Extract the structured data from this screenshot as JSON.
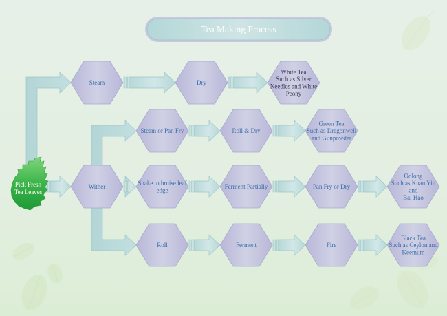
{
  "title": "Tea Making Process",
  "start": {
    "id": "pick",
    "label": [
      "Pick Fresh",
      "Tea Leaves"
    ],
    "icon": "tea-leaf-icon"
  },
  "colors": {
    "hex_fill_edge": "#b8b7d9",
    "hex_fill_center": "#cfd0e4",
    "hex_stroke": "#a9a8cf",
    "arrow_fill": "#b9d9da",
    "arrow_light": "#d3e8e8",
    "arrow_stroke": "#9cc6c8",
    "text_blue": "#3b6fa8",
    "text_dark": "#3a3a55",
    "leaf_green": "#3cb44a",
    "title_pill": "#bddcdc",
    "title_border": "#c7c8e0"
  },
  "nodes": [
    {
      "id": "steam",
      "label": [
        "Steam"
      ],
      "row": 0,
      "col": 0,
      "kind": "process"
    },
    {
      "id": "dry",
      "label": [
        "Dry"
      ],
      "row": 0,
      "col": 2,
      "kind": "process"
    },
    {
      "id": "white",
      "label": [
        "White Tea",
        "Such as Silver",
        "Needles and White",
        "Peony"
      ],
      "row": 0,
      "col": 3,
      "kind": "result-dark"
    },
    {
      "id": "steam-pan",
      "label": [
        "Steam or Pan Fry"
      ],
      "row": 1,
      "col": 1,
      "kind": "process"
    },
    {
      "id": "roll-dry",
      "label": [
        "Roll & Dry"
      ],
      "row": 1,
      "col": 2,
      "kind": "process"
    },
    {
      "id": "green",
      "label": [
        "Green Tea",
        "Such as Dragonwell",
        "and Gunpowder"
      ],
      "row": 1,
      "col": 3,
      "kind": "result"
    },
    {
      "id": "wither",
      "label": [
        "Wither"
      ],
      "row": 2,
      "col": 0,
      "kind": "process"
    },
    {
      "id": "shake",
      "label": [
        "Shake to bruise leaf",
        "edge"
      ],
      "row": 2,
      "col": 1,
      "kind": "process"
    },
    {
      "id": "ferment-partially",
      "label": [
        "Ferment Partially"
      ],
      "row": 2,
      "col": 2,
      "kind": "process"
    },
    {
      "id": "panfry-dry",
      "label": [
        "Pan Fry or Dry"
      ],
      "row": 2,
      "col": 3,
      "kind": "process"
    },
    {
      "id": "oolong",
      "label": [
        "Oolong",
        "Such as Kuan Yin",
        "and",
        "Bai Hao"
      ],
      "row": 2,
      "col": 4,
      "kind": "result"
    },
    {
      "id": "roll",
      "label": [
        "Roll"
      ],
      "row": 3,
      "col": 1,
      "kind": "process"
    },
    {
      "id": "ferment",
      "label": [
        "Ferment"
      ],
      "row": 3,
      "col": 2,
      "kind": "process"
    },
    {
      "id": "fire",
      "label": [
        "Fire"
      ],
      "row": 3,
      "col": 3,
      "kind": "process"
    },
    {
      "id": "black",
      "label": [
        "Black Tea",
        "Such as Ceylon and",
        "Keemum"
      ],
      "row": 3,
      "col": 4,
      "kind": "result"
    }
  ],
  "edges": [
    {
      "from": "pick",
      "to": "steam",
      "style": "elbow-up"
    },
    {
      "from": "steam",
      "to": "dry",
      "style": "straight"
    },
    {
      "from": "dry",
      "to": "white",
      "style": "straight"
    },
    {
      "from": "pick",
      "to": "wither",
      "style": "straight"
    },
    {
      "from": "wither",
      "to": "steam-pan",
      "style": "elbow-up"
    },
    {
      "from": "steam-pan",
      "to": "roll-dry",
      "style": "straight"
    },
    {
      "from": "roll-dry",
      "to": "green",
      "style": "straight"
    },
    {
      "from": "wither",
      "to": "shake",
      "style": "straight"
    },
    {
      "from": "shake",
      "to": "ferment-partially",
      "style": "straight"
    },
    {
      "from": "ferment-partially",
      "to": "panfry-dry",
      "style": "straight"
    },
    {
      "from": "panfry-dry",
      "to": "oolong",
      "style": "straight"
    },
    {
      "from": "wither",
      "to": "roll",
      "style": "elbow-down"
    },
    {
      "from": "roll",
      "to": "ferment",
      "style": "straight"
    },
    {
      "from": "ferment",
      "to": "fire",
      "style": "straight"
    },
    {
      "from": "fire",
      "to": "black",
      "style": "straight"
    }
  ]
}
